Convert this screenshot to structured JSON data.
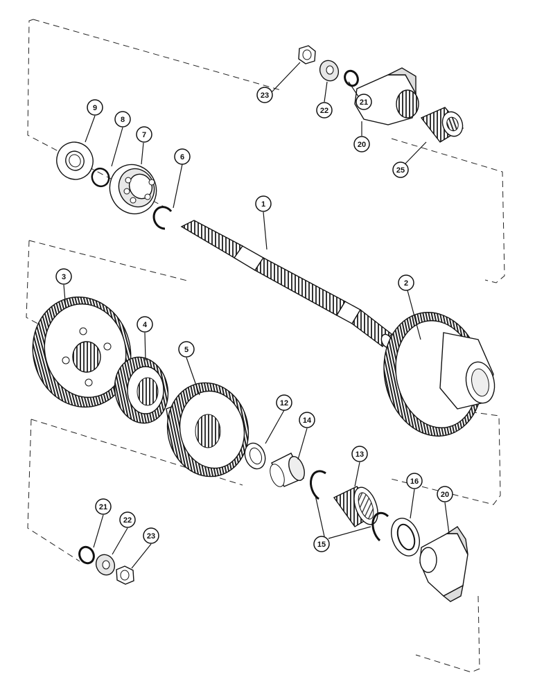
{
  "diagram": {
    "callouts": [
      {
        "key": "c1",
        "label": "1"
      },
      {
        "key": "c2",
        "label": "2"
      },
      {
        "key": "c3",
        "label": "3"
      },
      {
        "key": "c4",
        "label": "4"
      },
      {
        "key": "c5",
        "label": "5"
      },
      {
        "key": "c6",
        "label": "6"
      },
      {
        "key": "c7",
        "label": "7"
      },
      {
        "key": "c8",
        "label": "8"
      },
      {
        "key": "c9",
        "label": "9"
      },
      {
        "key": "c12",
        "label": "12"
      },
      {
        "key": "c13",
        "label": "13"
      },
      {
        "key": "c14",
        "label": "14"
      },
      {
        "key": "c15",
        "label": "15"
      },
      {
        "key": "c16",
        "label": "16"
      },
      {
        "key": "c20a",
        "label": "20"
      },
      {
        "key": "c20b",
        "label": "20"
      },
      {
        "key": "c21a",
        "label": "21"
      },
      {
        "key": "c21b",
        "label": "21"
      },
      {
        "key": "c22a",
        "label": "22"
      },
      {
        "key": "c22b",
        "label": "22"
      },
      {
        "key": "c23a",
        "label": "23"
      },
      {
        "key": "c23b",
        "label": "23"
      },
      {
        "key": "c25",
        "label": "25"
      }
    ]
  }
}
